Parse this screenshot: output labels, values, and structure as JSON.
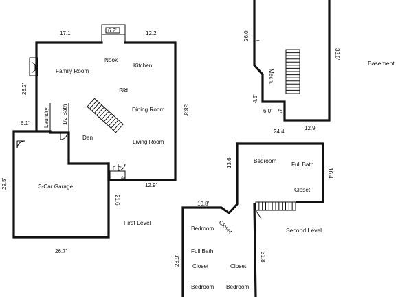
{
  "floor_plan": {
    "first_level": {
      "level_label": "First Level",
      "rooms": {
        "family_room": "Family Room",
        "nook": "Nook",
        "kitchen": "Kitchen",
        "dining_room": "Dining Room",
        "living_room": "Living Room",
        "den": "Den",
        "laundry": "Laundry",
        "half_bath": "1/2 Bath",
        "garage": "3-Car Garage",
        "refrigerator": "Rfd"
      },
      "dimensions": {
        "top_left": "17.1'",
        "bay": "6.2'",
        "top_right": "12.2'",
        "left_side": "26.2'",
        "right_side": "38.8'",
        "laundry_width": "6.1'",
        "entry": "6.0'",
        "entry_depth": "4'",
        "bottom_right": "12.9'",
        "garage_left": "29.5'",
        "garage_right": "21.6'",
        "garage_bottom": "26.7'"
      }
    },
    "basement": {
      "level_label": "Basement",
      "rooms": {
        "mechanical": "Mech."
      },
      "dimensions": {
        "left_side": "26.0'",
        "right_side": "33.6'",
        "notch_height": "4.5'",
        "notch_width": "6.0'",
        "notch_depth": "4'",
        "bottom_left": "24.4'",
        "bottom_right": "12.9'"
      }
    },
    "second_level": {
      "level_label": "Second Level",
      "rooms": {
        "bedroom_top": "Bedroom",
        "full_bath_top": "Full Bath",
        "closet_top": "Closet",
        "closet_diagonal": "Closet",
        "bedroom_left": "Bedroom",
        "full_bath_left": "Full Bath",
        "closet_left": "Closet",
        "closet_mid": "Closet",
        "bedroom_bottom_left": "Bedroom",
        "bedroom_bottom_right": "Bedroom"
      },
      "dimensions": {
        "upper_left": "13.6'",
        "upper_right": "16.4'",
        "step": "10.8'",
        "lower_left": "28.9'",
        "lower_right": "31.8'"
      }
    }
  }
}
